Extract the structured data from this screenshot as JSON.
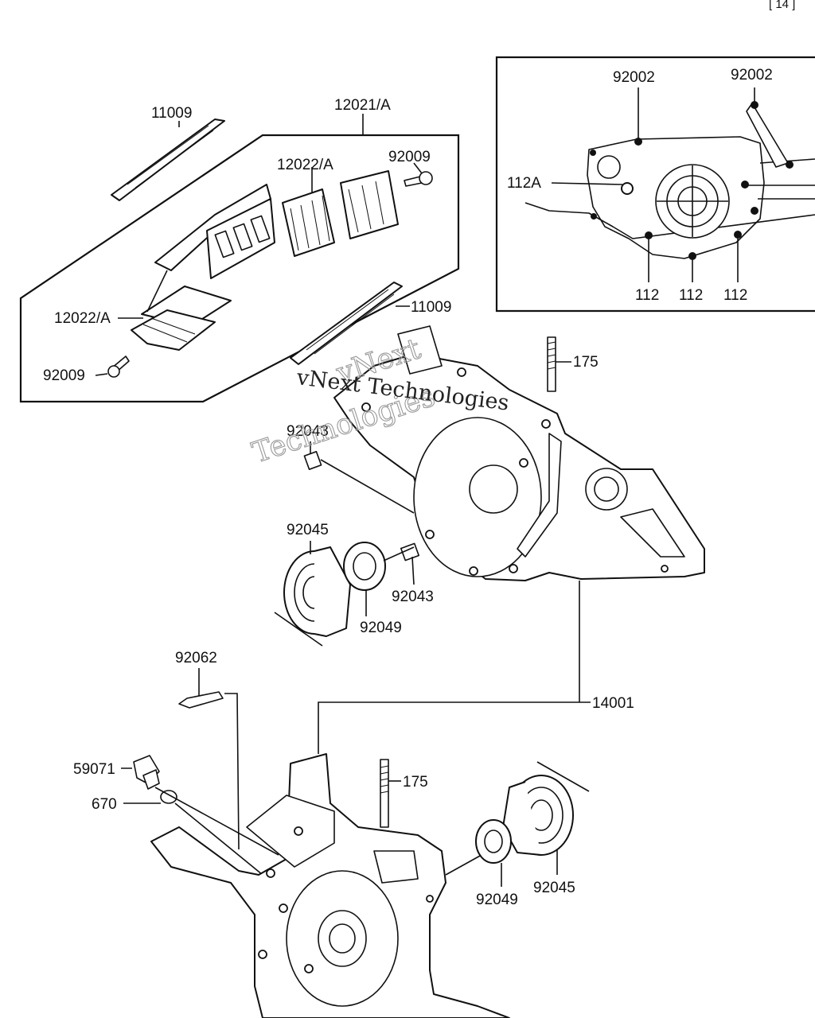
{
  "header": {
    "corner_text": "[ 14 ]"
  },
  "labels": {
    "top_gasket": "11009",
    "reed_assy": "12021/A",
    "reed_upper": "12022/A",
    "screw_upper": "92009",
    "reed_lower": "12022/A",
    "screw_lower": "92009",
    "gasket_mid": "11009",
    "stud_upper": "175",
    "dowel_upper": "92043",
    "bearing_left": "92045",
    "seal_left": "92049",
    "dowel_lower": "92043",
    "crankcase_set": "14001",
    "pin_92062": "92062",
    "plug_59071": "59071",
    "washer_670": "670",
    "stud_lower": "175",
    "seal_right": "92049",
    "bearing_right": "92045"
  },
  "inset": {
    "dowel_left": "92002",
    "dowel_right": "92002",
    "hole_112A": "112A",
    "hole_112_a": "112",
    "hole_112_b": "112",
    "hole_112_c": "112"
  },
  "watermark": {
    "line1": "vNext",
    "line2": "Technologies",
    "small": "vNext Technologies"
  }
}
